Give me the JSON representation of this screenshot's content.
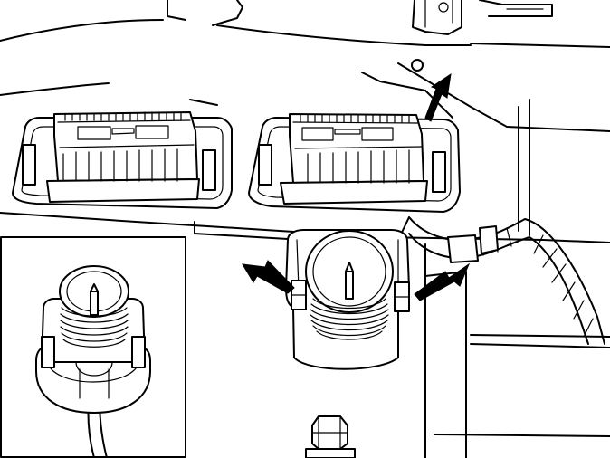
{
  "figure": {
    "kind": "technical line illustration",
    "colors": {
      "line": "#000000",
      "background": "#ffffff"
    },
    "callouts": [
      {
        "name": "arrow-top-right",
        "points_to": "connector-right"
      },
      {
        "name": "arrow-left",
        "points_to": "round-connector-left-latch"
      },
      {
        "name": "arrow-right",
        "points_to": "round-connector-right-latch"
      }
    ],
    "inset": {
      "shows": "round-connector-detail"
    }
  }
}
